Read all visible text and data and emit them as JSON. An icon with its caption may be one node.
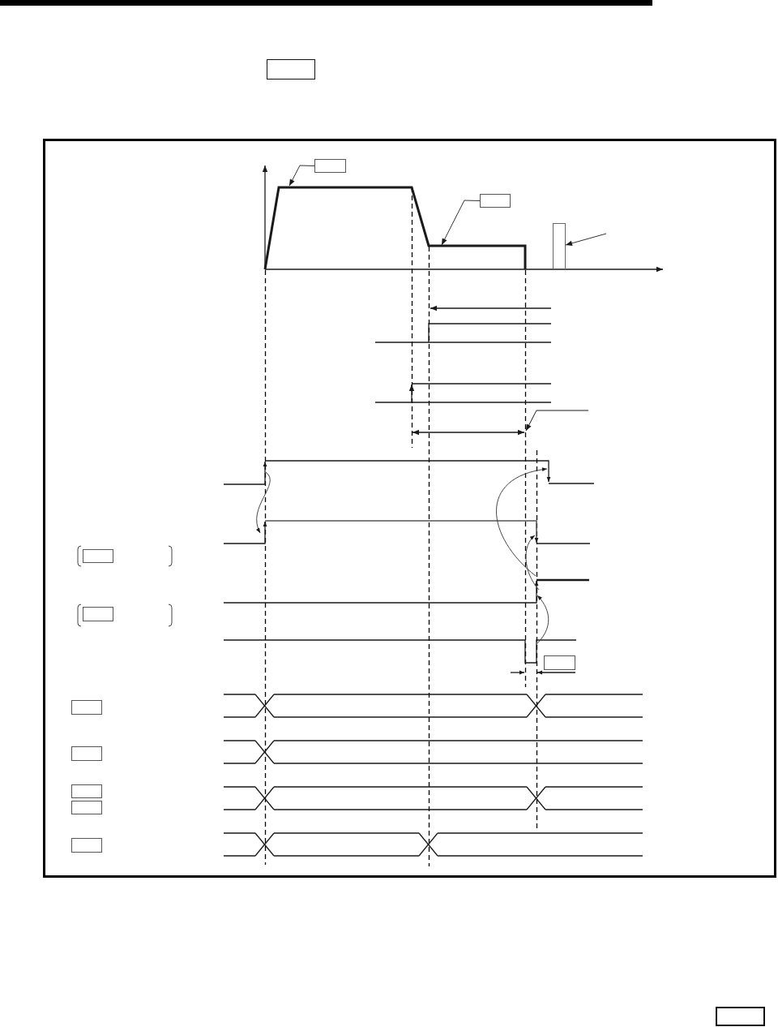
{
  "diagram": {
    "nodes": [
      {
        "text": [],
        "shape": "box"
      },
      {
        "text": [],
        "shape": "box"
      },
      {
        "text": [],
        "shape": "box"
      },
      {
        "text": [],
        "shape": "bar"
      },
      {
        "text": [],
        "shape": "box"
      },
      {
        "text": [],
        "shape": "box"
      },
      {
        "text": [],
        "shape": "box"
      },
      {
        "text": [],
        "shape": "box"
      },
      {
        "text": [],
        "shape": "box"
      },
      {
        "text": [],
        "shape": "box"
      },
      {
        "text": [],
        "shape": "box"
      },
      {
        "text": [],
        "shape": "box"
      },
      {
        "text": [],
        "shape": "box"
      }
    ],
    "edges": [
      {
        "from": 1,
        "to": null,
        "arrow": "to"
      },
      {
        "from": 2,
        "to": null,
        "arrow": "to"
      },
      {
        "from": null,
        "to": 3,
        "arrow": "to"
      }
    ]
  }
}
